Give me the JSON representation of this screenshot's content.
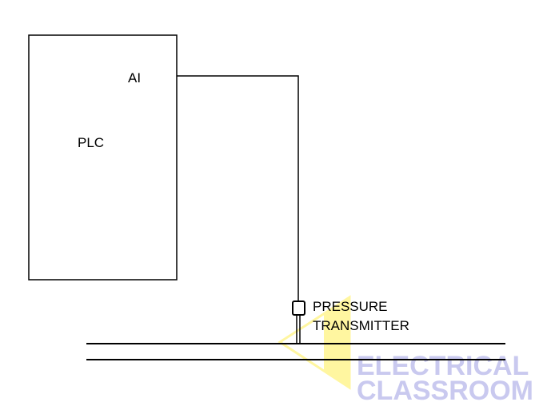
{
  "plc": {
    "label": "PLC",
    "input_label": "AI"
  },
  "transmitter": {
    "label_line1": "PRESSURE",
    "label_line2": "TRANSMITTER"
  },
  "watermark": {
    "line1": "ELECTRICAL",
    "line2": "CLASSROOM"
  },
  "colors": {
    "line": "#000000",
    "watermark_text": "#c9c9ef",
    "watermark_logo": "#fff6a0"
  }
}
